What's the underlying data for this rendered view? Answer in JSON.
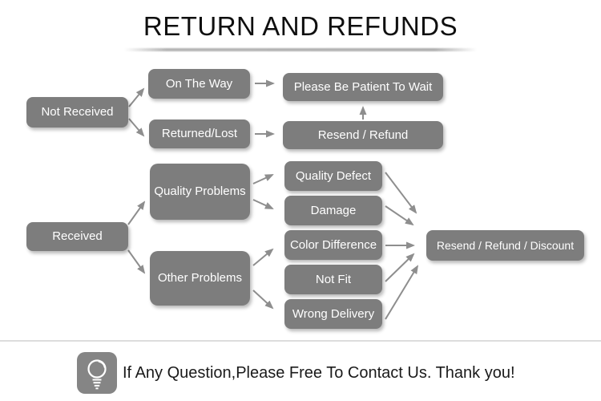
{
  "title": "RETURN AND REFUNDS",
  "flowchart": {
    "nodes": {
      "not_received": "Not Received",
      "on_the_way": "On The Way",
      "returned_lost": "Returned/Lost",
      "please_wait": "Please Be Patient To Wait",
      "resend_refund": "Resend / Refund",
      "received": "Received",
      "quality_problems": "Quality Problems",
      "other_problems": "Other Problems",
      "quality_defect": "Quality Defect",
      "damage": "Damage",
      "color_difference": "Color Difference",
      "not_fit": "Not Fit",
      "wrong_delivery": "Wrong Delivery",
      "resend_refund_discount": "Resend / Refund / Discount"
    },
    "edges": [
      {
        "from": "not_received",
        "to": "on_the_way"
      },
      {
        "from": "not_received",
        "to": "returned_lost"
      },
      {
        "from": "on_the_way",
        "to": "please_wait"
      },
      {
        "from": "returned_lost",
        "to": "resend_refund"
      },
      {
        "from": "resend_refund",
        "to": "please_wait"
      },
      {
        "from": "received",
        "to": "quality_problems"
      },
      {
        "from": "received",
        "to": "other_problems"
      },
      {
        "from": "quality_problems",
        "to": "quality_defect"
      },
      {
        "from": "quality_problems",
        "to": "damage"
      },
      {
        "from": "other_problems",
        "to": "color_difference"
      },
      {
        "from": "other_problems",
        "to": "wrong_delivery"
      },
      {
        "from": "quality_defect",
        "to": "resend_refund_discount"
      },
      {
        "from": "damage",
        "to": "resend_refund_discount"
      },
      {
        "from": "color_difference",
        "to": "resend_refund_discount"
      },
      {
        "from": "not_fit",
        "to": "resend_refund_discount"
      },
      {
        "from": "wrong_delivery",
        "to": "resend_refund_discount"
      }
    ]
  },
  "footer": {
    "icon": "light-bulb-icon",
    "message": "If Any Question,Please Free To Contact Us. Thank you!"
  },
  "colors": {
    "node_bg": "#7d7d7d",
    "node_text": "#ffffff",
    "arrow": "#8e8e8e",
    "title": "#0f0f0f",
    "footer_text": "#1a1a1a",
    "separator": "#dddddd"
  }
}
